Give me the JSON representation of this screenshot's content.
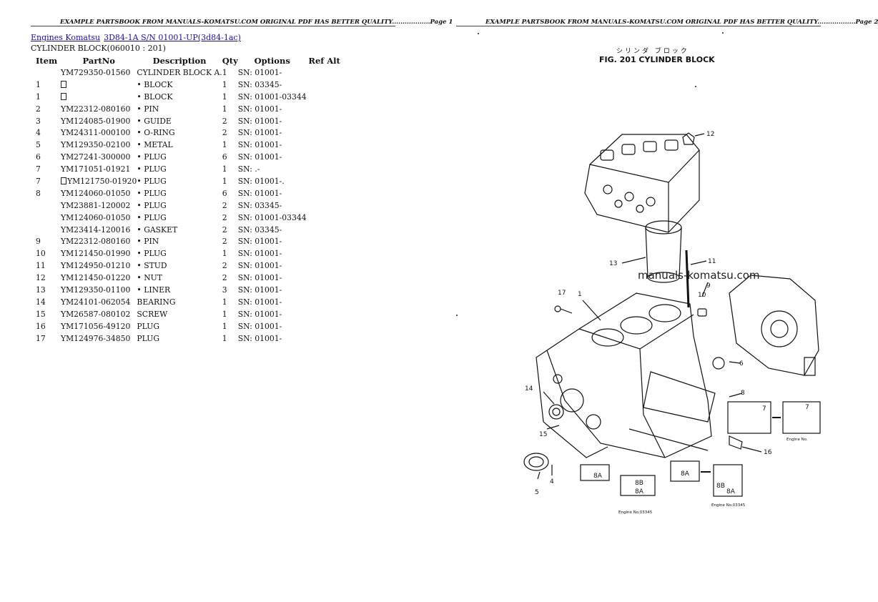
{
  "left_page": {
    "header": "EXAMPLE PARTSBOOK FROM MANUALS-KOMATSU.COM ORIGINAL PDF HAS BETTER QUALITY..................Page 1",
    "breadcrumb": {
      "link1": "Engines Komatsu",
      "link2": "3D84-1A S/N 01001-UP(3d84-1ac)"
    },
    "section_title": "CYLINDER BLOCK(060010 : 201)",
    "table": {
      "headers": [
        "Item",
        "PartNo",
        "Description",
        "Qty",
        "Options",
        "Ref Alt"
      ],
      "rows": [
        {
          "item": "",
          "part": "YM729350-01560",
          "desc": "CYLINDER BLOCK A.",
          "qty": "1",
          "opt": "SN: 01001-",
          "box": false
        },
        {
          "item": "1",
          "part": "",
          "desc": "• BLOCK",
          "qty": "1",
          "opt": "SN: 03345-",
          "box": true
        },
        {
          "item": "1",
          "part": "",
          "desc": "• BLOCK",
          "qty": "1",
          "opt": "SN: 01001-03344",
          "box": true
        },
        {
          "item": "2",
          "part": "YM22312-080160",
          "desc": "• PIN",
          "qty": "1",
          "opt": "SN: 01001-",
          "box": false
        },
        {
          "item": "3",
          "part": "YM124085-01900",
          "desc": "• GUIDE",
          "qty": "2",
          "opt": "SN: 01001-",
          "box": false
        },
        {
          "item": "4",
          "part": "YM24311-000100",
          "desc": "• O-RING",
          "qty": "2",
          "opt": "SN: 01001-",
          "box": false
        },
        {
          "item": "5",
          "part": "YM129350-02100",
          "desc": "• METAL",
          "qty": "1",
          "opt": "SN: 01001-",
          "box": false
        },
        {
          "item": "6",
          "part": "YM27241-300000",
          "desc": "• PLUG",
          "qty": "6",
          "opt": "SN: 01001-",
          "box": false
        },
        {
          "item": "7",
          "part": "YM171051-01921",
          "desc": "• PLUG",
          "qty": "1",
          "opt": "SN: .-",
          "box": false
        },
        {
          "item": "7",
          "part": "YM121750-01920",
          "desc": "• PLUG",
          "qty": "1",
          "opt": "SN: 01001-.",
          "box": true
        },
        {
          "item": "8",
          "part": "YM124060-01050",
          "desc": "• PLUG",
          "qty": "6",
          "opt": "SN: 01001-",
          "box": false
        },
        {
          "item": "",
          "part": "YM23881-120002",
          "desc": "• PLUG",
          "qty": "2",
          "opt": "SN: 03345-",
          "box": false
        },
        {
          "item": "",
          "part": "YM124060-01050",
          "desc": "• PLUG",
          "qty": "2",
          "opt": "SN: 01001-03344",
          "box": false
        },
        {
          "item": "",
          "part": "YM23414-120016",
          "desc": "• GASKET",
          "qty": "2",
          "opt": "SN: 03345-",
          "box": false
        },
        {
          "item": "9",
          "part": "YM22312-080160",
          "desc": "• PIN",
          "qty": "2",
          "opt": "SN: 01001-",
          "box": false
        },
        {
          "item": "10",
          "part": "YM121450-01990",
          "desc": "• PLUG",
          "qty": "1",
          "opt": "SN: 01001-",
          "box": false
        },
        {
          "item": "11",
          "part": "YM124950-01210",
          "desc": "• STUD",
          "qty": "2",
          "opt": "SN: 01001-",
          "box": false
        },
        {
          "item": "12",
          "part": "YM121450-01220",
          "desc": "• NUT",
          "qty": "2",
          "opt": "SN: 01001-",
          "box": false
        },
        {
          "item": "13",
          "part": "YM129350-01100",
          "desc": "• LINER",
          "qty": "3",
          "opt": "SN: 01001-",
          "box": false
        },
        {
          "item": "14",
          "part": "YM24101-062054",
          "desc": "BEARING",
          "qty": "1",
          "opt": "SN: 01001-",
          "box": false
        },
        {
          "item": "15",
          "part": "YM26587-080102",
          "desc": "SCREW",
          "qty": "1",
          "opt": "SN: 01001-",
          "box": false
        },
        {
          "item": "16",
          "part": "YM171056-49120",
          "desc": "PLUG",
          "qty": "1",
          "opt": "SN: 01001-",
          "box": false
        },
        {
          "item": "17",
          "part": "YM124976-34850",
          "desc": "PLUG",
          "qty": "1",
          "opt": "SN: 01001-",
          "box": false
        }
      ]
    }
  },
  "right_page": {
    "header": "EXAMPLE PARTSBOOK FROM MANUALS-KOMATSU.COM ORIGINAL PDF HAS BETTER QUALITY..................Page 2",
    "jp_title": "シリンダ ブロック",
    "figure_title": "FIG. 201 CYLINDER BLOCK",
    "watermark": "manuals-komatsu.com",
    "callouts": [
      "12",
      "13",
      "11",
      "17",
      "1",
      "10",
      "9",
      "6",
      "14",
      "8",
      "7",
      "7",
      "15",
      "16",
      "5",
      "4",
      "8A",
      "8B",
      "8A",
      "8A",
      "8B",
      "8A"
    ],
    "notes": [
      "Engine No.",
      "Engine No.03345",
      "Engine No.03345"
    ]
  }
}
